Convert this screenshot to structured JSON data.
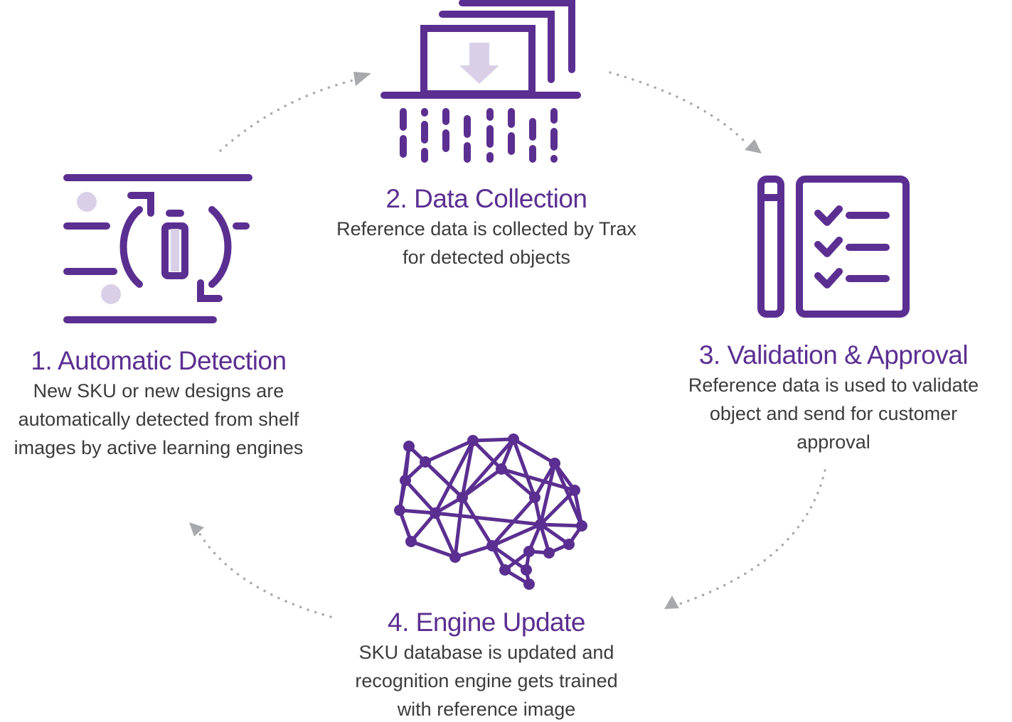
{
  "colors": {
    "accent": "#5b2f91",
    "accent_light": "#d9d0e8",
    "text": "#3c3c3c",
    "arrow": "#a7a9ac"
  },
  "steps": [
    {
      "title": "1. Automatic Detection",
      "lines": [
        "New SKU or new designs are",
        "automatically detected from shelf",
        "images by active learning engines"
      ],
      "icon": "shelf-detection-icon"
    },
    {
      "title": "2. Data Collection",
      "lines": [
        "Reference data is collected by Trax",
        "for detected objects"
      ],
      "icon": "data-collection-icon"
    },
    {
      "title": "3. Validation & Approval",
      "lines": [
        "Reference data is used to validate",
        "object and send for customer",
        "approval"
      ],
      "icon": "checklist-icon"
    },
    {
      "title": "4. Engine Update",
      "lines": [
        "SKU database is updated and",
        "recognition engine gets trained",
        "with reference image"
      ],
      "icon": "brain-network-icon"
    }
  ]
}
